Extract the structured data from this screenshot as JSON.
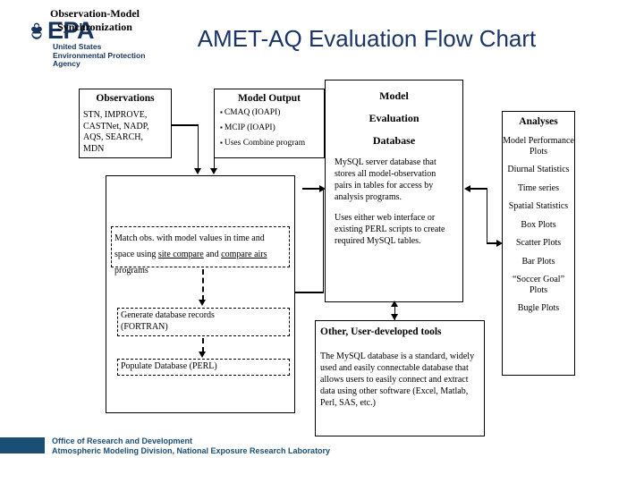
{
  "header": {
    "title": "AMET-AQ Evaluation Flow Chart",
    "title_color": "#1a3566",
    "logo": {
      "acronym": "EPA",
      "seal_icon": "epa-seal-icon",
      "sub_line1": "United States",
      "sub_line2": "Environmental Protection",
      "sub_line3": "Agency"
    }
  },
  "observations": {
    "heading": "Observations",
    "body_line1": "STN, IMPROVE,",
    "body_line2": "CASTNet, NADP,",
    "body_line3": "AQS, SEARCH,",
    "body_line4": "MDN"
  },
  "model_output": {
    "heading": "Model Output",
    "bullets": [
      "CMAQ (IOAPI)",
      "MCIP (IOAPI)",
      "Uses Combine program"
    ]
  },
  "sync": {
    "heading_line1": "Observation-Model",
    "heading_line2": "Synchronization",
    "detail_pre": "Match obs. with model values in time and space using ",
    "detail_tool1": "site compare",
    "detail_mid": " and ",
    "detail_tool2": "compare airs",
    "detail_post": " programs",
    "generate_line1": "Generate database records",
    "generate_line2": "(FORTRAN)",
    "populate": "Populate Database (PERL)"
  },
  "database": {
    "heading_line1": "Model",
    "heading_line2": "Evaluation",
    "heading_line3": "Database",
    "para1": "MySQL server database that stores all model-observation pairs in tables for access by analysis programs.",
    "para2": "Uses either web interface or existing PERL scripts to create required MySQL tables."
  },
  "analyses": {
    "heading": "Analyses",
    "items": [
      "Model Performance Plots",
      "Diurnal Statistics",
      "Time series",
      "Spatial Statistics",
      "Box Plots",
      "Scatter Plots",
      "Bar Plots",
      "“Soccer Goal” Plots",
      "Bugle Plots"
    ]
  },
  "tools": {
    "heading": "Other, User-developed tools",
    "body": "The MySQL database is a standard, widely used and easily connectable database that allows users to easily connect and extract data using other software (Excel, Matlab, Perl, SAS, etc.)"
  },
  "footer": {
    "line1": "Office of Research and Development",
    "line2": "Atmospheric Modeling Division, National Exposure Research Laboratory",
    "bar_color": "#1a4e75"
  }
}
